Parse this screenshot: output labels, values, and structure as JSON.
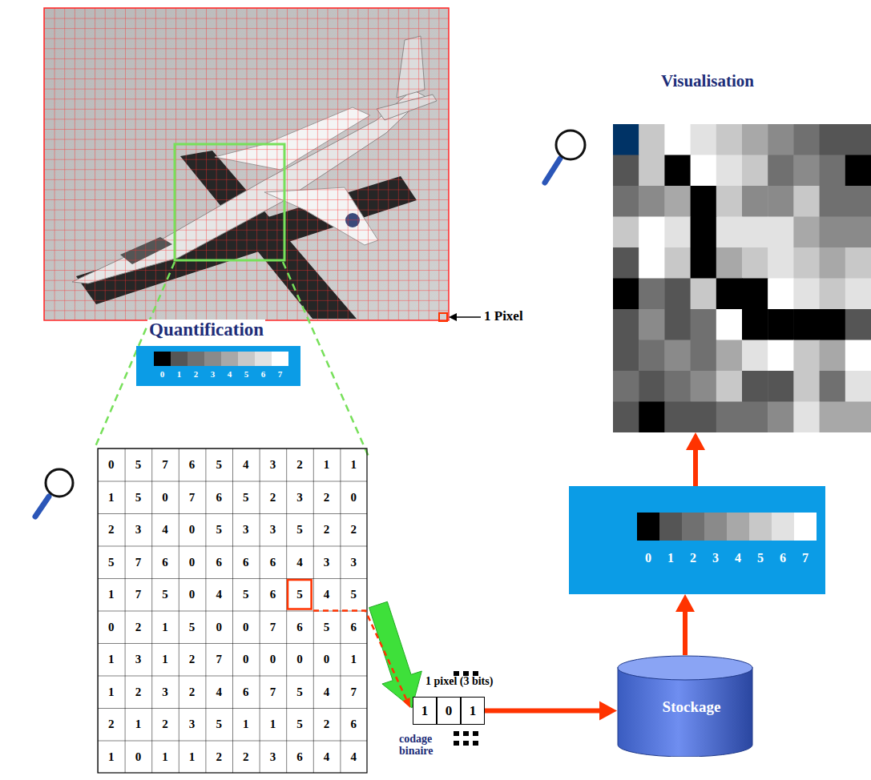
{
  "diagram": {
    "nodes": [
      {
        "text": [
          "Visualisation"
        ]
      },
      {
        "text": [
          "Quantification",
          "0",
          "1",
          "2",
          "3",
          "4",
          "5",
          "6",
          "7"
        ]
      },
      {
        "text": [
          "0",
          "1",
          "2",
          "3",
          "4",
          "5",
          "6",
          "7"
        ]
      },
      {
        "text": [
          "1 pixel (3 bits)",
          "1",
          "0",
          "1"
        ]
      },
      {
        "text": [
          "Stockage"
        ]
      }
    ],
    "edges": [
      {
        "from": 3,
        "to": 4,
        "arrow": "to"
      },
      {
        "from": 4,
        "to": 2,
        "arrow": "to"
      },
      {
        "from": 2,
        "to": 0,
        "arrow": "to"
      }
    ],
    "labels": [
      "1 Pixel",
      "0",
      "5",
      "7",
      "6",
      "5",
      "4",
      "3",
      "2",
      "1",
      "1",
      "1",
      "5",
      "0",
      "7",
      "6",
      "5",
      "2",
      "3",
      "2",
      "0",
      "2",
      "3",
      "4",
      "0",
      "5",
      "3",
      "3",
      "5",
      "2",
      "2",
      "5",
      "7",
      "6",
      "0",
      "6",
      "6",
      "6",
      "4",
      "3",
      "3",
      "1",
      "7",
      "5",
      "0",
      "4",
      "5",
      "6",
      "5",
      "4",
      "5",
      "0",
      "2",
      "1",
      "5",
      "0",
      "0",
      "7",
      "6",
      "5",
      "6",
      "1",
      "3",
      "1",
      "2",
      "7",
      "0",
      "0",
      "0",
      "0",
      "1",
      "1",
      "2",
      "3",
      "2",
      "4",
      "6",
      "7",
      "5",
      "4",
      "7",
      "2",
      "1",
      "2",
      "3",
      "5",
      "1",
      "1",
      "5",
      "2",
      "6",
      "1",
      "0",
      "1",
      "1",
      "2",
      "2",
      "3",
      "6",
      "4",
      "4",
      "codage binaire"
    ]
  }
}
